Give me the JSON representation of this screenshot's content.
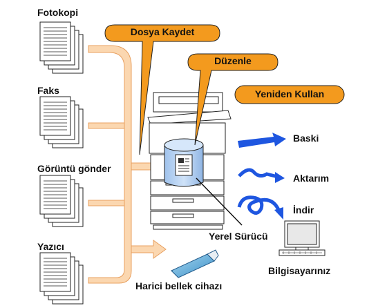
{
  "inputs": {
    "copy": "Fotokopi",
    "fax": "Faks",
    "image_send": "Görüntü gönder",
    "printer": "Yazıcı"
  },
  "callouts": {
    "save_file": "Dosya Kaydet",
    "edit": "Düzenle",
    "reuse": "Yeniden Kullan"
  },
  "outputs": {
    "print": "Baski",
    "transfer": "Aktarım",
    "download": "İndir"
  },
  "labels": {
    "local_drive": "Yerel Sürücü",
    "your_computer": "Bilgisayarınız",
    "external_memory": "Harici bellek cihazı"
  },
  "colors": {
    "callout_fill": "#f39a1e",
    "arrow_fill": "#fbd7b0",
    "arrow_stroke": "#e8a060",
    "cylinder_fill": "#b9d3f2",
    "blue_arrow": "#1e56e0"
  }
}
